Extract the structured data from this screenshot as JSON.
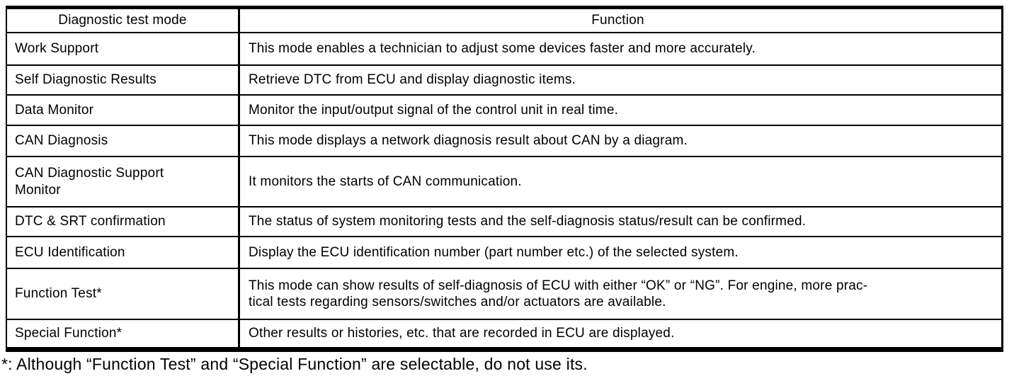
{
  "table": {
    "headers": {
      "mode": "Diagnostic test mode",
      "function": "Function"
    },
    "rows": [
      {
        "mode": "Work Support",
        "function": "This mode enables a technician to adjust some devices faster and more accurately."
      },
      {
        "mode": "Self Diagnostic Results",
        "function": "Retrieve DTC from ECU and display diagnostic items."
      },
      {
        "mode": "Data Monitor",
        "function": "Monitor the input/output signal of the control unit in real time."
      },
      {
        "mode": "CAN Diagnosis",
        "function": "This mode displays a network diagnosis result about CAN by a diagram."
      },
      {
        "mode": [
          "CAN Diagnostic Support",
          "Monitor"
        ],
        "function": "It monitors the starts of CAN communication."
      },
      {
        "mode": "DTC & SRT confirmation",
        "function": "The status of system monitoring tests and the self-diagnosis status/result can be confirmed."
      },
      {
        "mode": "ECU Identification",
        "function": "Display the ECU identification number (part number etc.) of the selected system."
      },
      {
        "mode": "Function Test*",
        "function": [
          "This mode can show results of self-diagnosis of ECU with either “OK” or “NG”. For engine, more prac-",
          "tical tests regarding sensors/switches and/or actuators are available."
        ]
      },
      {
        "mode": "Special Function*",
        "function": "Other results or histories, etc. that are recorded in ECU are displayed."
      }
    ]
  },
  "footnote": "*: Although “Function Test” and “Special Function” are selectable, do not use its.",
  "colors": {
    "ink": "#000000",
    "paper": "#ffffff"
  }
}
